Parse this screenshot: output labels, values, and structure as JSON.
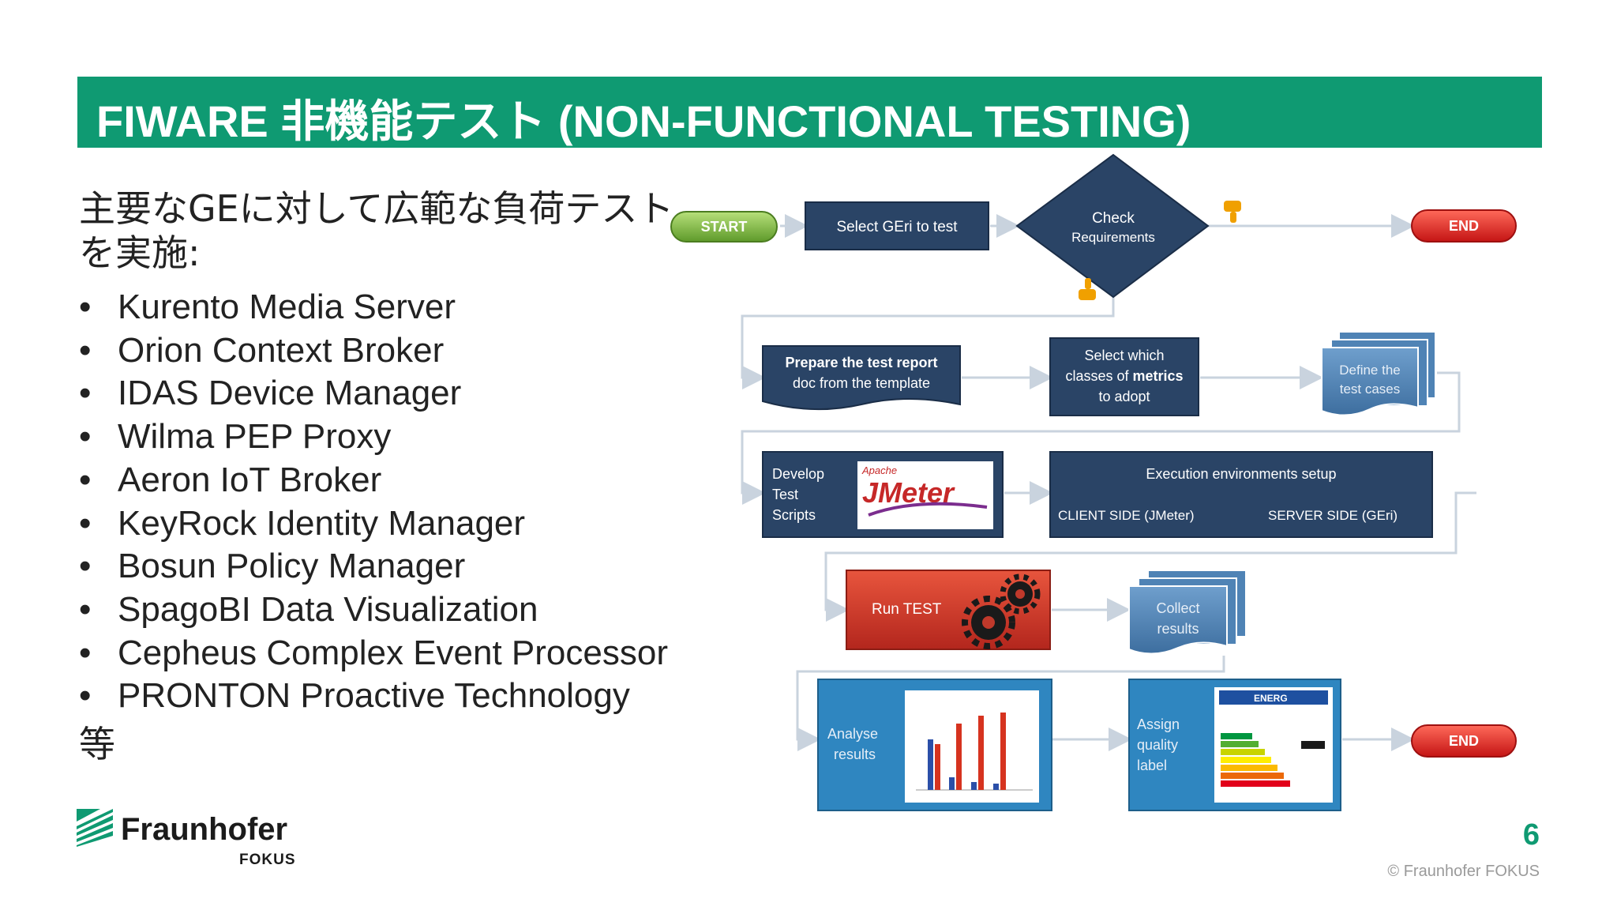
{
  "slide": {
    "title": "FIWARE 非機能テスト (NON-FUNCTIONAL TESTING)",
    "intro": "主要なGEに対して広範な負荷テストを実施:",
    "items": [
      "Kurento Media Server",
      "Orion Context Broker",
      "IDAS Device Manager",
      "Wilma PEP Proxy",
      "Aeron IoT Broker",
      "KeyRock Identity Manager",
      "Bosun Policy Manager",
      "SpagoBI Data Visualization",
      "Cepheus Complex Event Processor",
      "PRONTON Proactive Technology"
    ],
    "etc": "等",
    "page_number": "6",
    "copyright": "© Fraunhofer FOKUS"
  },
  "logo": {
    "name": "Fraunhofer",
    "unit": "FOKUS"
  },
  "flow": {
    "start": "START",
    "select": "Select GEri to test",
    "check_1": "Check",
    "check_2": "Requirements",
    "end_top": "END",
    "prepare_1": "Prepare the test report",
    "prepare_2": "doc from the template",
    "metrics_1": "Select which",
    "metrics_2a": "classes of ",
    "metrics_2b": "metrics",
    "metrics_3": "to adopt",
    "define_1": "Define the",
    "define_2": "test cases",
    "develop_1": "Develop",
    "develop_2": "Test",
    "develop_3": "Scripts",
    "jmeter_apache": "Apache",
    "jmeter": "JMeter",
    "env_title": "Execution  environments setup",
    "env_client": "CLIENT SIDE (JMeter)",
    "env_server": "SERVER SIDE (GEri)",
    "run": "Run TEST",
    "collect_1": "Collect",
    "collect_2": "results",
    "analyse_1": "Analyse",
    "analyse_2": "results",
    "assign_1": "Assign",
    "assign_2": "quality",
    "assign_3": "label",
    "energy": "ENERG",
    "end_bottom": "END"
  },
  "colors": {
    "title_bar": "#0f9a72",
    "box_dark": "#2a4466",
    "box_light": "#4f83b5",
    "start_green": "#7cb342",
    "end_red": "#d62828",
    "run_red": "#c0392b",
    "connector": "#c9d3de"
  },
  "icons": [
    "thumbs-down-icon",
    "thumbs-up-icon",
    "gear-icon",
    "fraunhofer-logo"
  ]
}
